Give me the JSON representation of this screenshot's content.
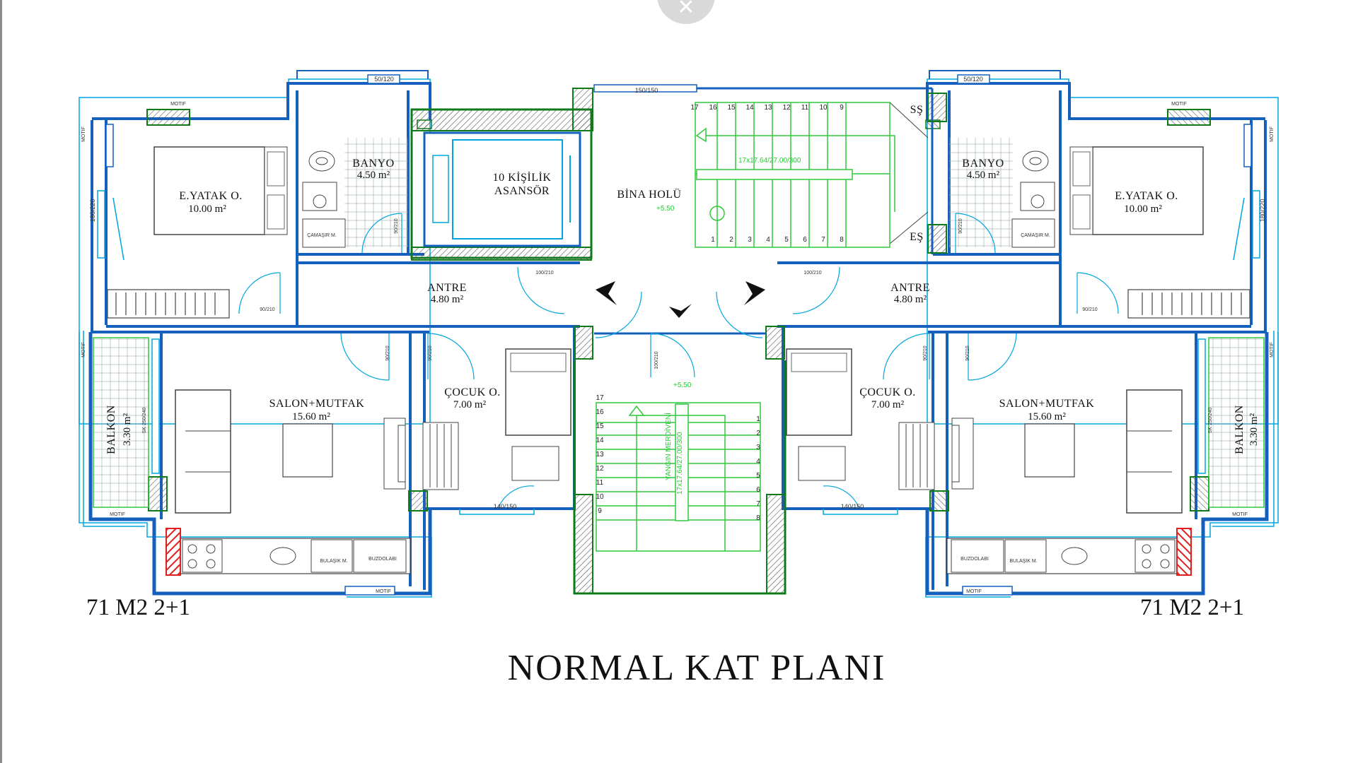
{
  "overlay": {
    "close_glyph": "✕",
    "close_icon": "close-icon"
  },
  "plan": {
    "title": "NORMAL KAT PLANI",
    "units": [
      {
        "side": "left",
        "label": "71 M2 2+1",
        "rooms": {
          "master_bedroom": {
            "name": "E.YATAK O.",
            "area": "10.00 m²"
          },
          "bathroom": {
            "name": "BANYO",
            "area": "4.50 m²"
          },
          "entrance": {
            "name": "ANTRE",
            "area": "4.80 m²"
          },
          "living_kitchen": {
            "name": "SALON+MUTFAK",
            "area": "15.60 m²"
          },
          "child_room": {
            "name": "ÇOCUK O.",
            "area": "7.00 m²"
          },
          "balcony": {
            "name": "BALKON",
            "area": "3.30 m²"
          }
        },
        "fixtures": {
          "laundry": "ÇAMAŞIR M.",
          "dishwasher": "BULAŞIK M.",
          "fridge": "BUZDOLABI"
        },
        "dims": {
          "window_top": "50/120",
          "motif": "MOTIF",
          "window_side": "180/220",
          "door_bed": "90/210",
          "door_bath": "90/210",
          "door_entry": "100/210",
          "door_salon": "90/210",
          "door_child": "90/210",
          "window_child": "140/150",
          "balcony_door": "SK 250/240"
        }
      },
      {
        "side": "right",
        "label": "71 M2 2+1",
        "rooms": {
          "master_bedroom": {
            "name": "E.YATAK O.",
            "area": "10.00 m²"
          },
          "bathroom": {
            "name": "BANYO",
            "area": "4.50 m²"
          },
          "entrance": {
            "name": "ANTRE",
            "area": "4.80 m²"
          },
          "living_kitchen": {
            "name": "SALON+MUTFAK",
            "area": "15.60 m²"
          },
          "child_room": {
            "name": "ÇOCUK O.",
            "area": "7.00 m²"
          },
          "balcony": {
            "name": "BALKON",
            "area": "3.30 m²"
          }
        },
        "fixtures": {
          "laundry": "ÇAMAŞIR M.",
          "dishwasher": "BULAŞIK M.",
          "fridge": "BUZDOLABI"
        },
        "dims": {
          "window_top": "50/120",
          "motif": "MOTIF",
          "window_side": "180/220",
          "door_bed": "90/210",
          "door_bath": "90/210",
          "door_entry": "100/210",
          "door_salon": "90/210",
          "door_child": "90/210",
          "window_child": "140/150",
          "balcony_door": "SK 250/240"
        }
      }
    ],
    "core": {
      "elevator": {
        "line1": "10 KİŞİLİK",
        "line2": "ASANSÖR"
      },
      "hall": {
        "name": "BİNA HOLÜ",
        "level": "+5.50"
      },
      "window_top": "150/150",
      "stair_label": "17x17.64/27.00/300",
      "fire_stair": "YANGIN MERDİVENİ",
      "fire_stair_dims": "17x17.64/27.00/300",
      "fire_level": "+5.50",
      "door_fire": "100/210",
      "shaft_clean": "SŞ",
      "shaft_dirty": "EŞ",
      "stair_top_numbers": [
        "17",
        "16",
        "15",
        "14",
        "13",
        "12",
        "11",
        "10",
        "9"
      ],
      "stair_bottom_numbers": [
        "1",
        "2",
        "3",
        "4",
        "5",
        "6",
        "7",
        "8"
      ],
      "fire_left_numbers": [
        "17",
        "16",
        "15",
        "14",
        "13",
        "12",
        "11",
        "10",
        "9"
      ],
      "fire_right_numbers": [
        "1",
        "2",
        "3",
        "4",
        "5",
        "6",
        "7",
        "8"
      ]
    }
  },
  "colors": {
    "wall": "#1560bd",
    "wall_light": "#00a5e0",
    "green": "#2fc93a",
    "dark_green": "#0f7a1a",
    "hatch": "#555555",
    "red": "#e0201f"
  }
}
